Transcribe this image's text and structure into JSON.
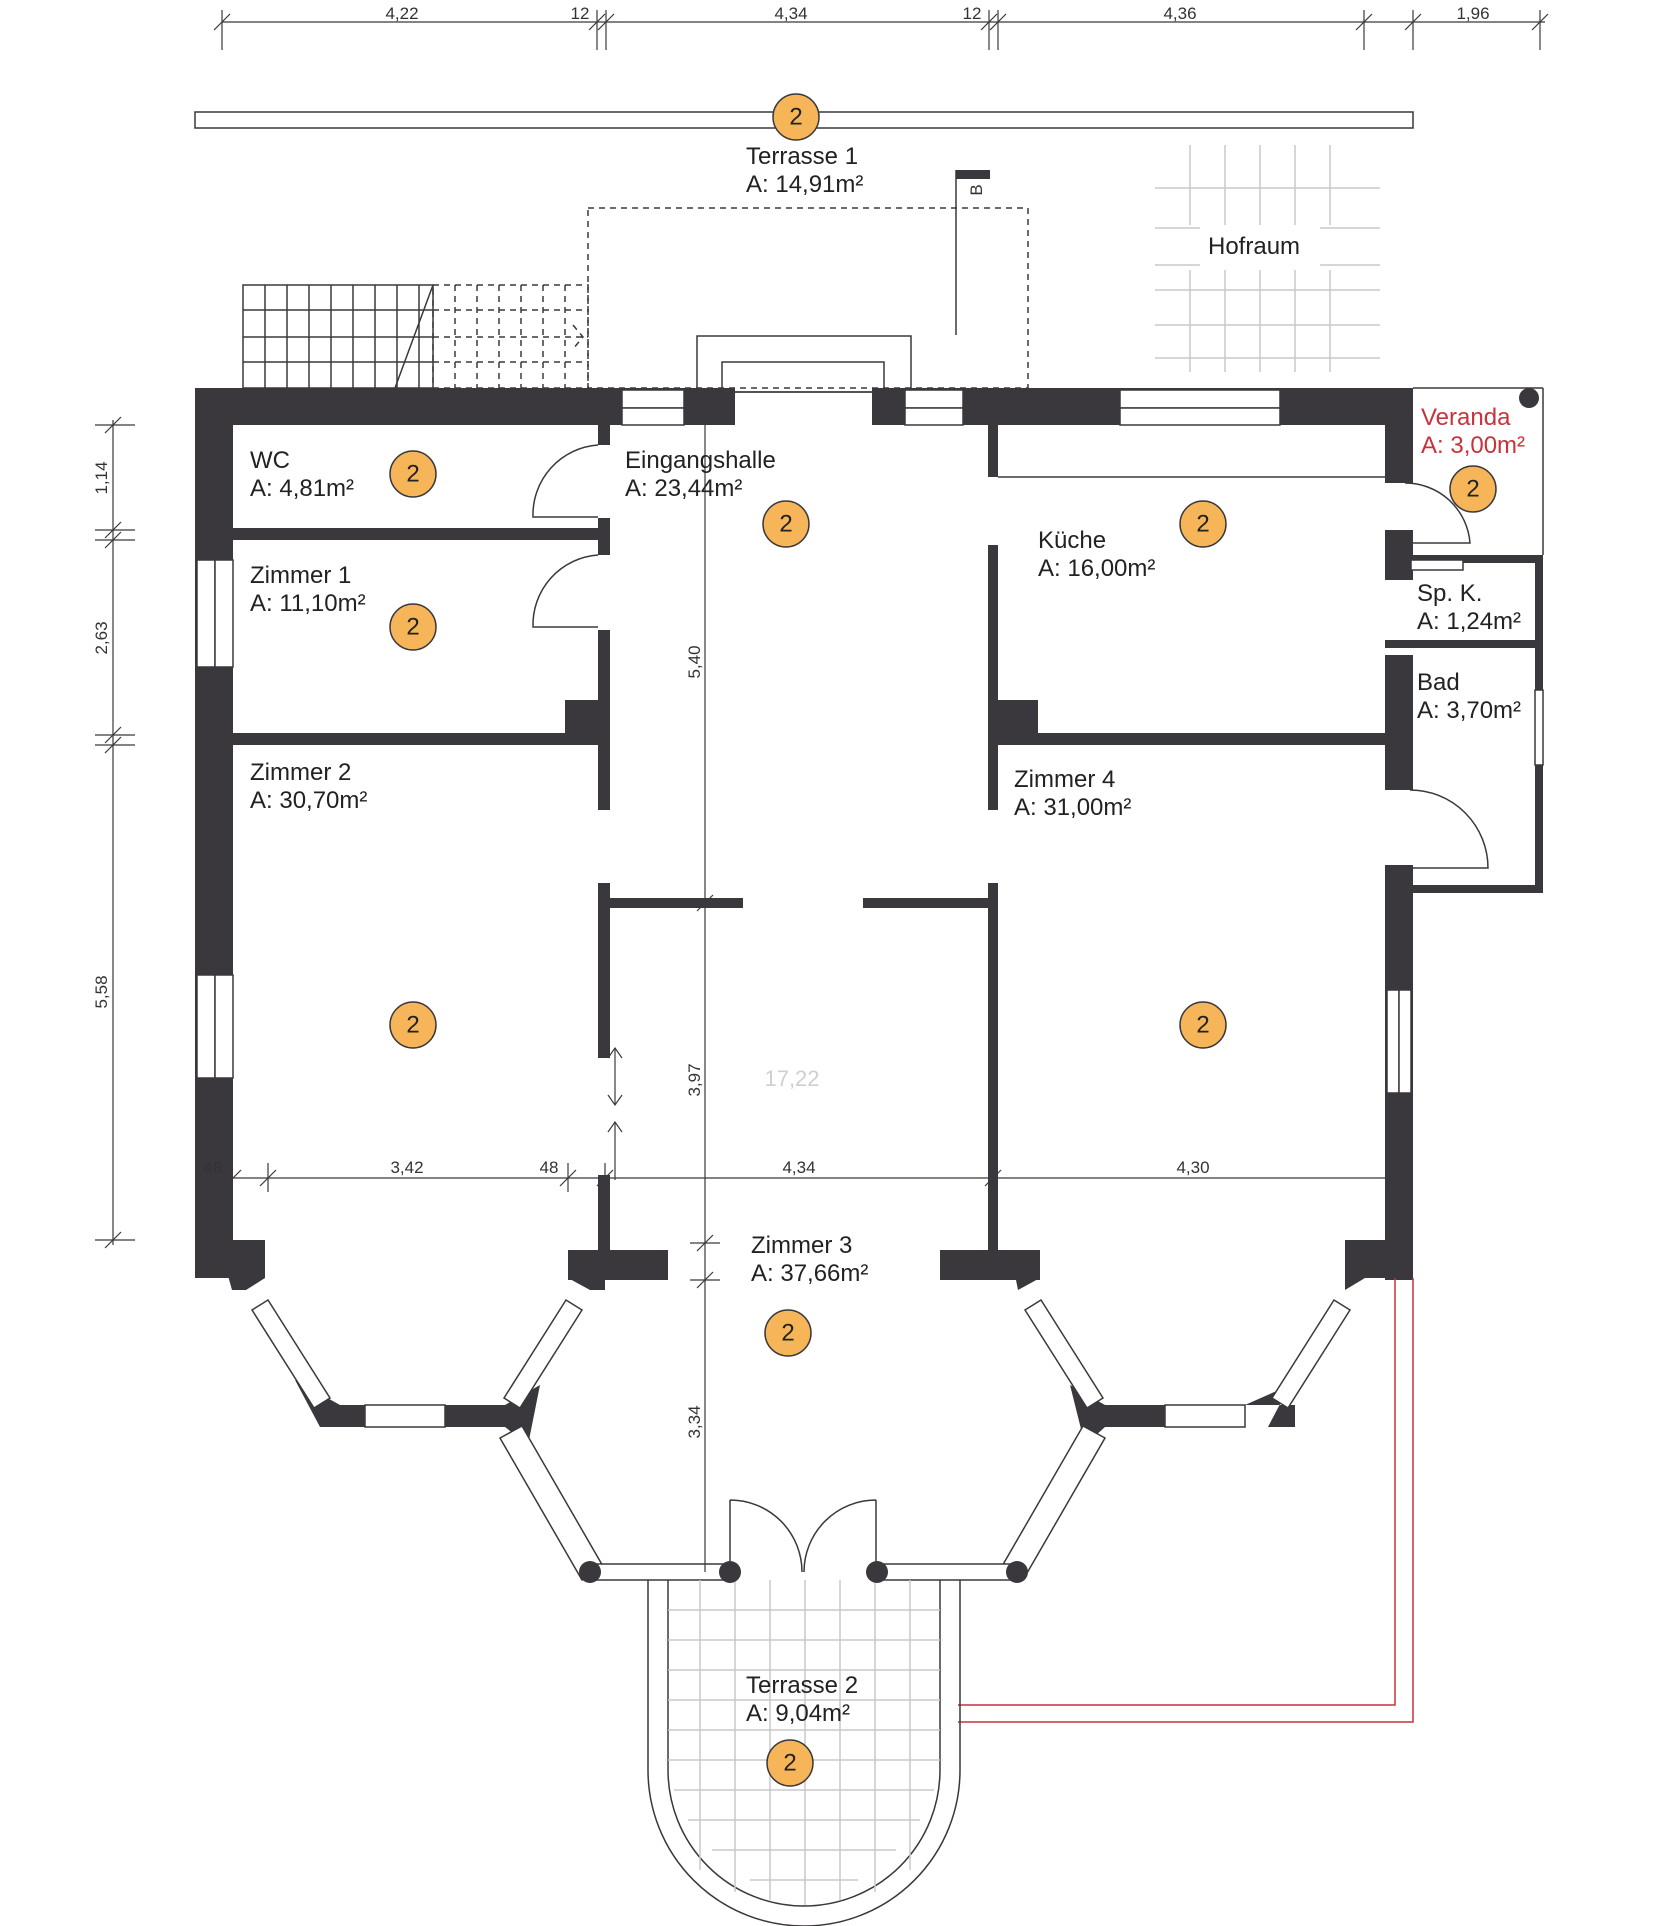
{
  "colors": {
    "wall": "#3a383c",
    "badge": "#f6b559",
    "veranda": "#c8323a",
    "faint": "#cfcfcf"
  },
  "rooms": {
    "terrasse1": {
      "name": "Terrasse 1",
      "area": "A: 14,91m²",
      "badge": "2"
    },
    "hofraum": {
      "name": "Hofraum"
    },
    "wc": {
      "name": "WC",
      "area": "A: 4,81m²",
      "badge": "2"
    },
    "eingangshalle": {
      "name": "Eingangshalle",
      "area": "A: 23,44m²",
      "badge": "2"
    },
    "kueche": {
      "name": "Küche",
      "area": "A: 16,00m²",
      "badge": "2"
    },
    "veranda": {
      "name": "Veranda",
      "area": "A: 3,00m²",
      "badge": "2"
    },
    "zimmer1": {
      "name": "Zimmer 1",
      "area": "A: 11,10m²",
      "badge": "2"
    },
    "spk": {
      "name": "Sp. K.",
      "area": "A: 1,24m²"
    },
    "bad": {
      "name": "Bad",
      "area": "A: 3,70m²"
    },
    "zimmer2": {
      "name": "Zimmer 2",
      "area": "A: 30,70m²",
      "badge": "2"
    },
    "zimmer4": {
      "name": "Zimmer 4",
      "area": "A: 31,00m²",
      "badge": "2"
    },
    "zimmer3": {
      "name": "Zimmer 3",
      "area": "A: 37,66m²",
      "badge": "2"
    },
    "terrasse2": {
      "name": "Terrasse 2",
      "area": "A: 9,04m²",
      "badge": "2"
    }
  },
  "dimensions": {
    "top": [
      "4,22",
      "12",
      "4,34",
      "12",
      "4,36",
      "1,96"
    ],
    "left": [
      "1,14",
      "2,63",
      "5,58"
    ],
    "hall": [
      "5,40",
      "3,97",
      "3,34"
    ],
    "row": [
      "48",
      "3,42",
      "48",
      "4,34",
      "4,30"
    ],
    "overall": "17,22"
  },
  "section_marker": "B"
}
